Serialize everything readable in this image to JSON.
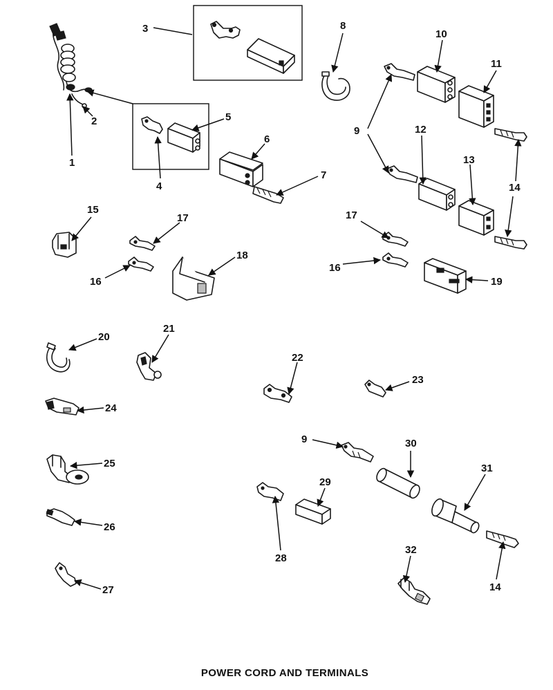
{
  "diagram_title": "POWER CORD AND TERMINALS",
  "callouts": {
    "c1": "1",
    "c2": "2",
    "c3": "3",
    "c4": "4",
    "c5": "5",
    "c6": "6",
    "c7": "7",
    "c8": "8",
    "c9a": "9",
    "c9b": "9",
    "c10": "10",
    "c11": "11",
    "c12": "12",
    "c13": "13",
    "c14a": "14",
    "c14b": "14",
    "c15": "15",
    "c16a": "16",
    "c16b": "16",
    "c17a": "17",
    "c17b": "17",
    "c18": "18",
    "c19": "19",
    "c20": "20",
    "c21": "21",
    "c22": "22",
    "c23": "23",
    "c24": "24",
    "c25": "25",
    "c26": "26",
    "c27": "27",
    "c28": "28",
    "c29": "29",
    "c30": "30",
    "c31": "31",
    "c32": "32"
  }
}
